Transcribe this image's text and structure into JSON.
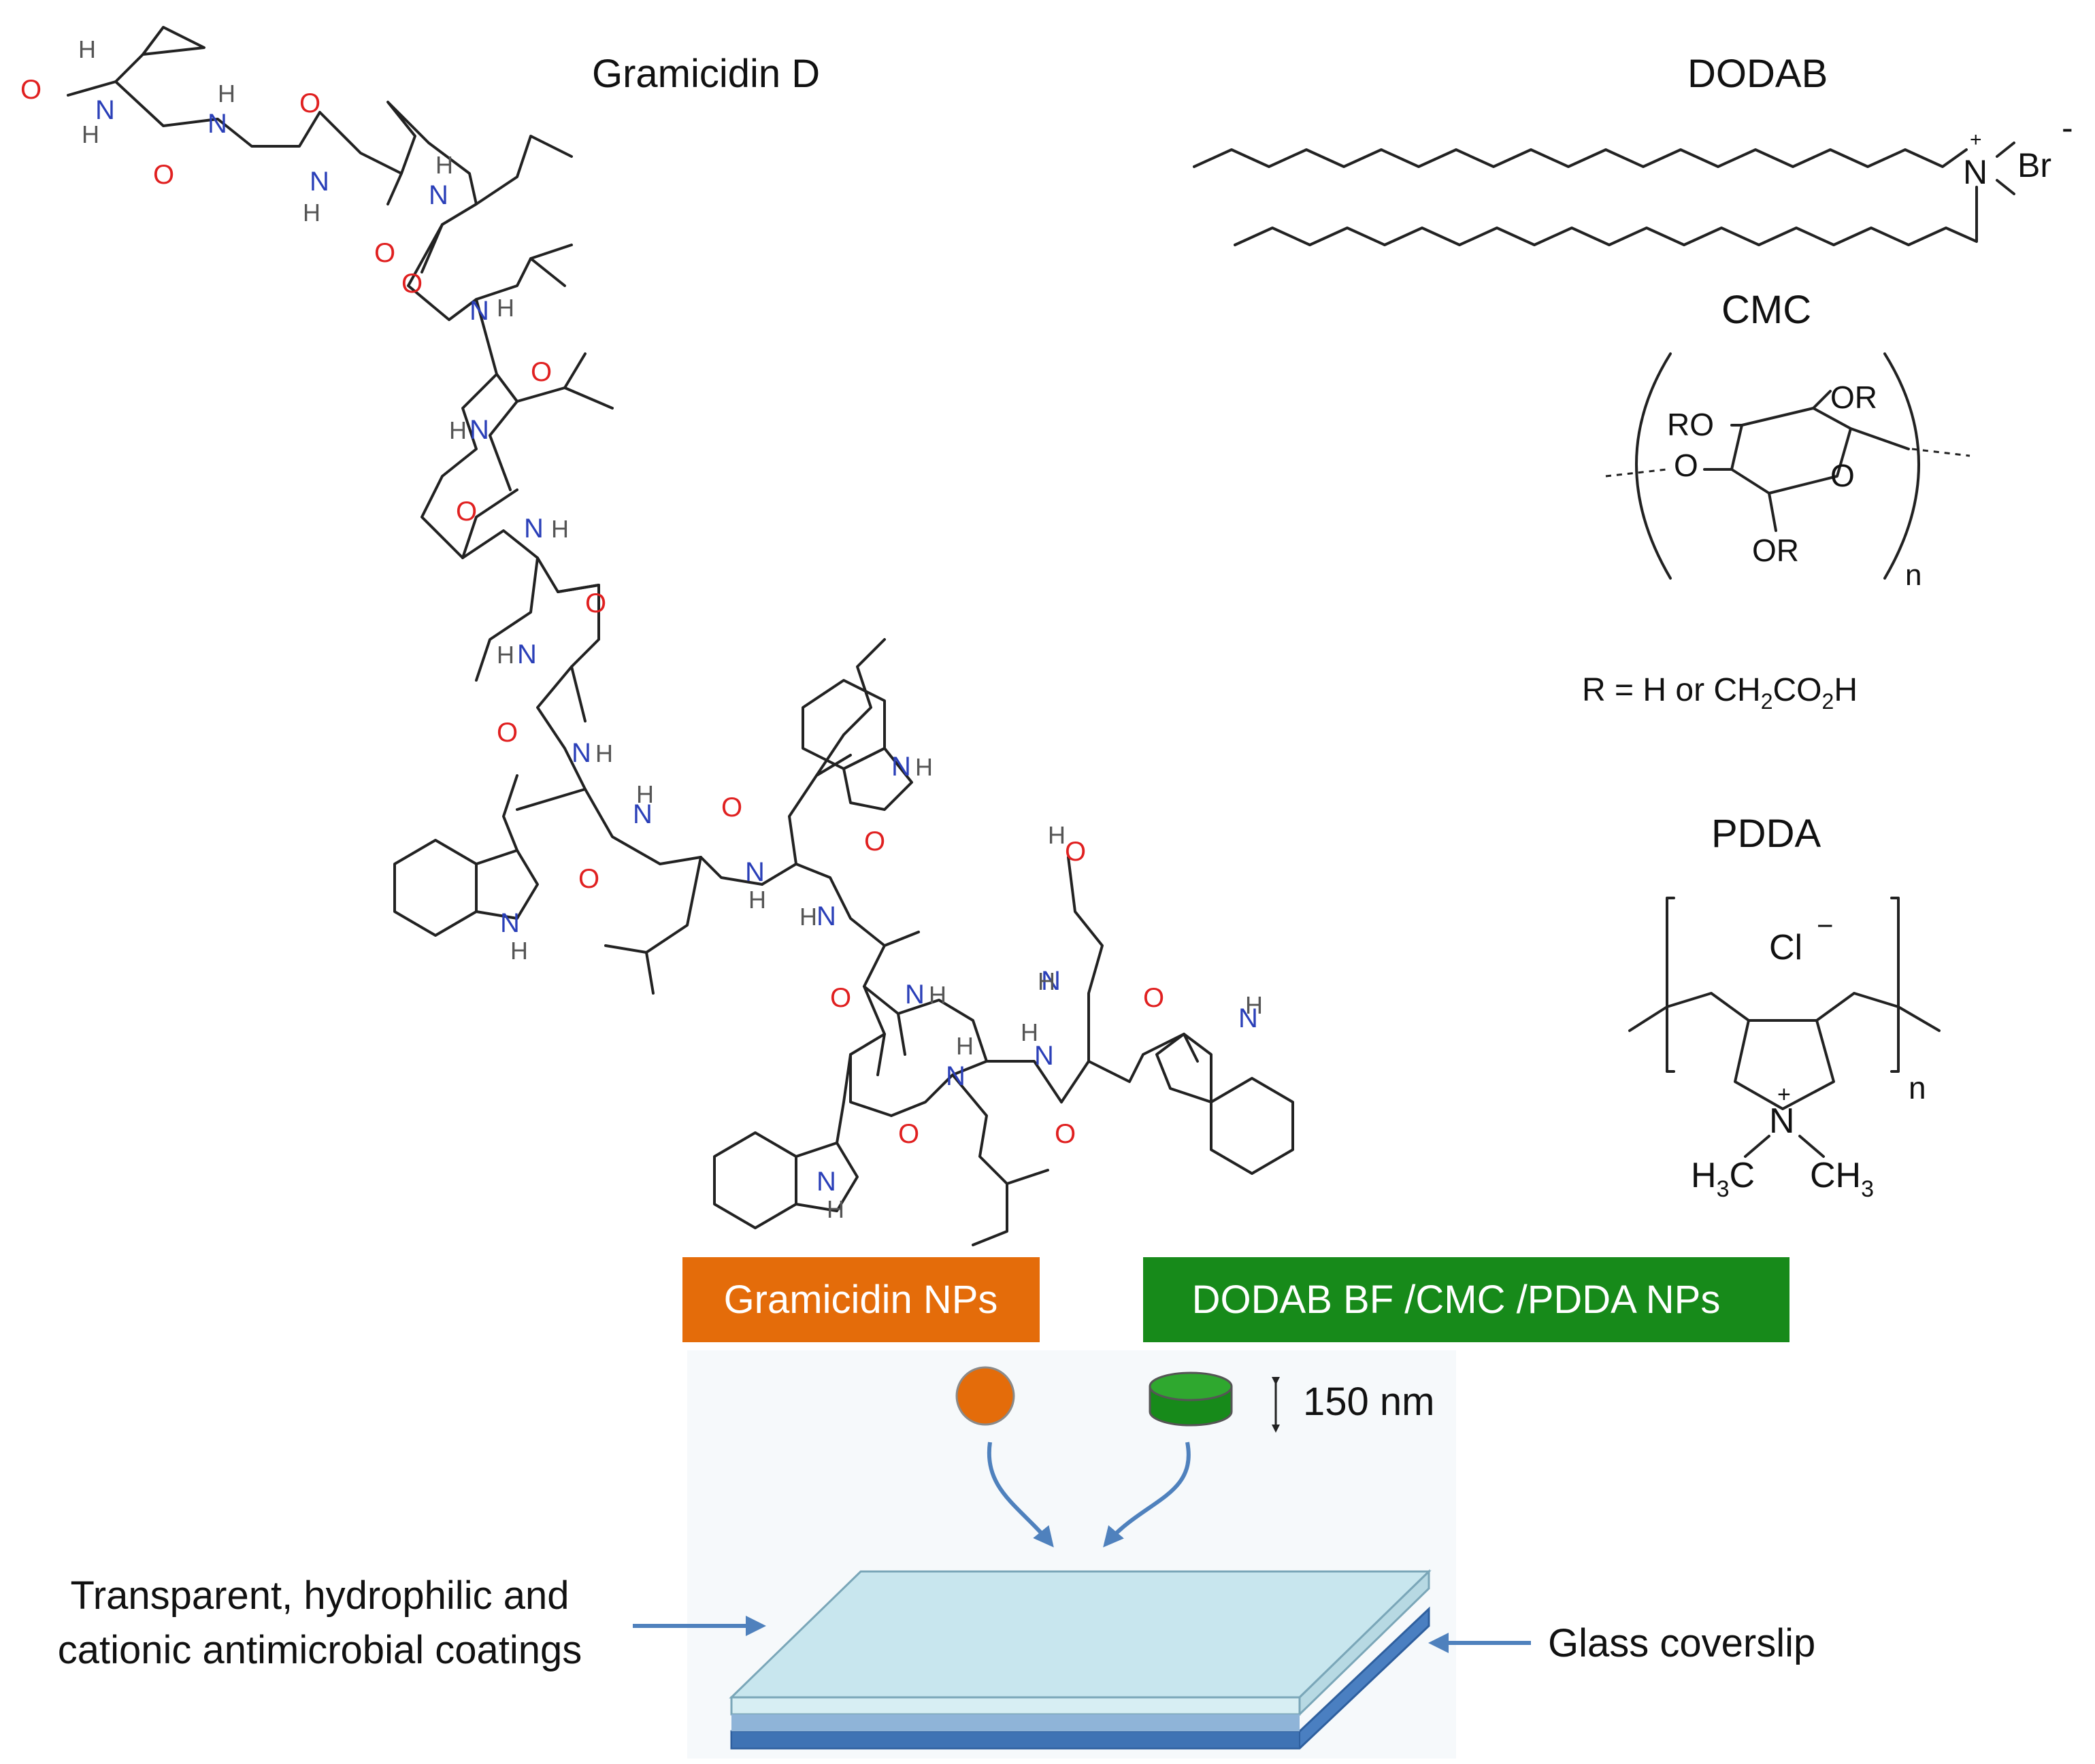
{
  "molecules": {
    "gramicidin": {
      "title": "Gramicidin D"
    },
    "dodab": {
      "title": "DODAB",
      "counter_ion": "Br",
      "charge": "-",
      "n_charge": "+",
      "atom": "N"
    },
    "cmc": {
      "title": "CMC",
      "substituent_note_prefix": "R = H  or  CH",
      "substituent_sub1": "2",
      "substituent_mid": "CO",
      "substituent_sub2": "2",
      "substituent_end": "H",
      "ro_label": "RO",
      "or_top": "OR",
      "or_bottom": "OR",
      "ring_o": "O",
      "link_o": "O",
      "repeat": "n"
    },
    "pdda": {
      "title": "PDDA",
      "counter_ion": "Cl",
      "charge": "−",
      "n_charge": "+",
      "atom": "N",
      "left_methyl": "H",
      "left_methyl_sub": "3",
      "left_methyl_end": "C",
      "right_methyl": "CH",
      "right_methyl_sub": "3",
      "repeat": "n"
    }
  },
  "particles": {
    "gramicidin_label": "Gramicidin NPs",
    "dodab_label": "DODAB BF /CMC /PDDA NPs",
    "size_label": "150 nm"
  },
  "coating": {
    "left_label_line1": "Transparent, hydrophilic and",
    "left_label_line2": "cationic antimicrobial coatings",
    "right_label": "Glass coverslip"
  },
  "colors": {
    "gramicidin_np": "#e46c0a",
    "dodab_np": "#178a1a",
    "glass_top": "#c8e6ee",
    "glass_bottom": "#4a7fc1",
    "arrow": "#4f81bd",
    "oxygen": "#e02020",
    "nitrogen": "#2a3fb8"
  }
}
